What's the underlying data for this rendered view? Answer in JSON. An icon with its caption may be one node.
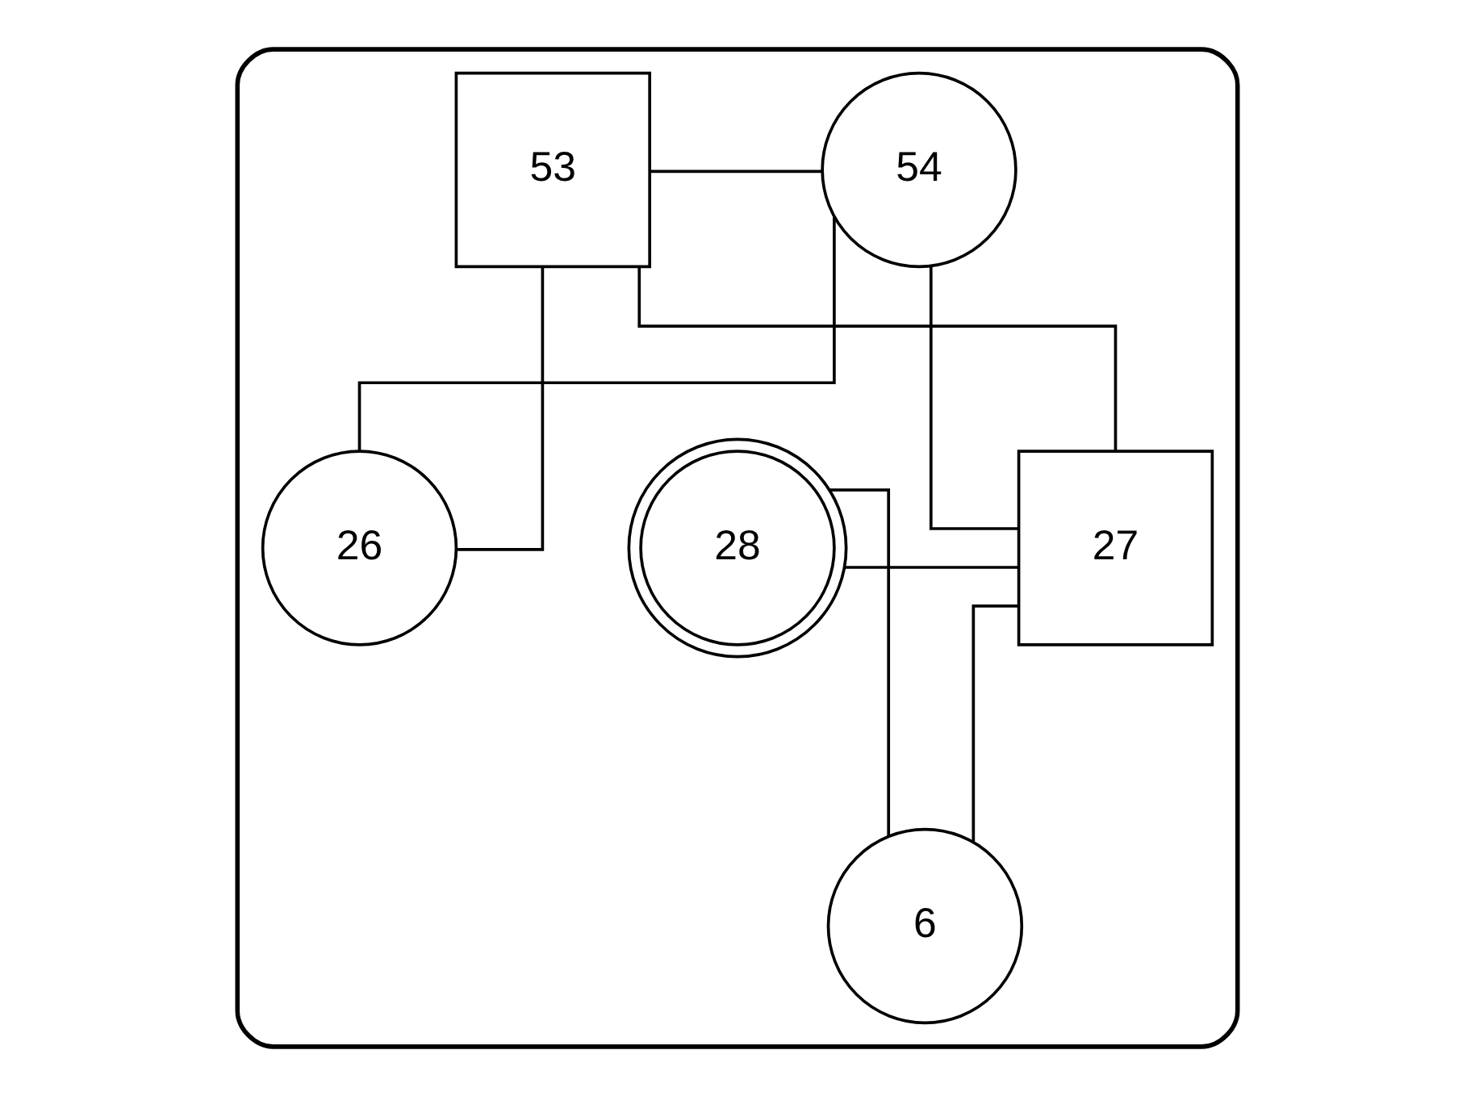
{
  "diagram": {
    "nodes": [
      {
        "text": [],
        "shape": "cloud"
      },
      {
        "text": [
          "53"
        ],
        "in": 0
      },
      {
        "text": [
          "54"
        ],
        "in": 0
      },
      {
        "text": [
          "26"
        ],
        "in": 0
      },
      {
        "text": [
          "27"
        ],
        "in": 0
      },
      {
        "text": [
          "28"
        ],
        "in": 0
      },
      {
        "text": [
          "6"
        ],
        "in": 0
      }
    ],
    "edges": [
      {
        "from": 1,
        "to": 2,
        "arrow": "none"
      },
      {
        "from": 1,
        "to": 3,
        "arrow": "none"
      },
      {
        "from": 2,
        "to": 3,
        "arrow": "none"
      },
      {
        "from": 1,
        "to": 4,
        "arrow": "none"
      },
      {
        "from": 2,
        "to": 4,
        "arrow": "none"
      },
      {
        "from": 4,
        "to": 5,
        "arrow": "none"
      },
      {
        "from": 4,
        "to": 6,
        "arrow": "none"
      },
      {
        "from": 5,
        "to": 6,
        "arrow": "none"
      }
    ]
  }
}
